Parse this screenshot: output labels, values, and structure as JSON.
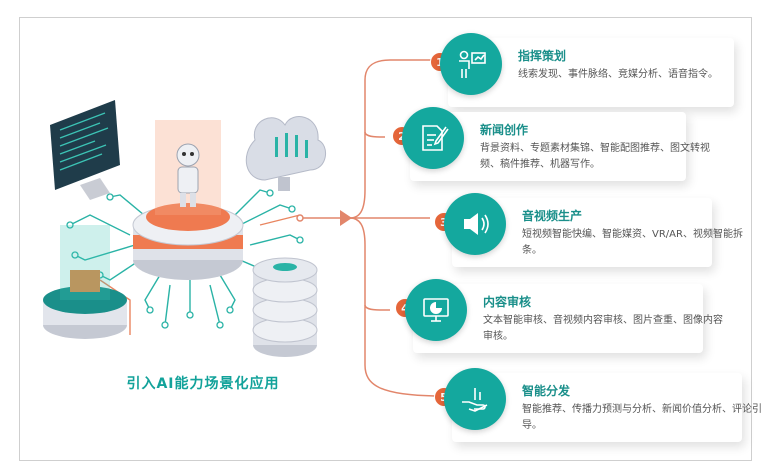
{
  "caption": "引入AI能力场景化应用",
  "items": [
    {
      "num": "1",
      "title": "指挥策划",
      "desc": "线索发现、事件脉络、竞媒分析、语音指令。",
      "icon": "person-presenting-icon"
    },
    {
      "num": "2",
      "title": "新闻创作",
      "desc": "背景资料、专题素材集锦、智能配图推荐、图文转视频、稿件推荐、机器写作。",
      "icon": "document-pen-icon"
    },
    {
      "num": "3",
      "title": "音视频生产",
      "desc": "短视频智能快编、智能媒资、VR/AR、视频智能拆条。",
      "icon": "speaker-icon"
    },
    {
      "num": "4",
      "title": "内容审核",
      "desc": "文本智能审核、音视频内容审核、图片查重、图像内容审核。",
      "icon": "monitor-chart-icon"
    },
    {
      "num": "5",
      "title": "智能分发",
      "desc": "智能推荐、传播力预测与分析、新闻价值分析、评论引导。",
      "icon": "hand-growth-icon"
    }
  ],
  "colors": {
    "teal": "#14a89e",
    "orange": "#e5663a",
    "line": "#e2866b"
  }
}
